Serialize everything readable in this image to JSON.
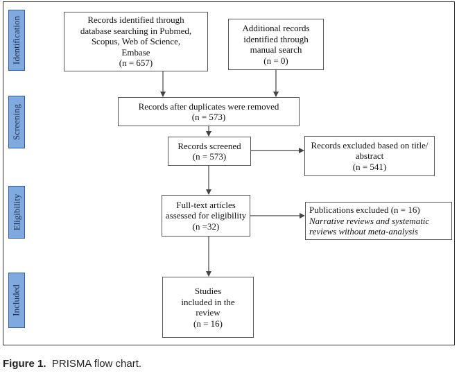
{
  "stages": {
    "identification": "Identification",
    "screening": "Screening",
    "eligibility": "Eligibility",
    "included": "Included"
  },
  "boxes": {
    "db_search": {
      "lines": [
        "Records identified through",
        "database searching in Pubmed,",
        "Scopus, Web of Science,",
        "Embase",
        "(n = 657)"
      ]
    },
    "manual_search": {
      "lines": [
        "Additional records",
        "identified through",
        "manual search",
        "(n = 0)"
      ]
    },
    "after_duplicates": {
      "lines": [
        "Records after duplicates were removed",
        "(n = 573)"
      ]
    },
    "screened": {
      "lines": [
        "Records screened",
        "(n = 573)"
      ]
    },
    "excluded_title": {
      "lines": [
        "Records excluded based on title/",
        "abstract",
        "(n = 541)"
      ]
    },
    "full_text": {
      "lines": [
        "Full-text articles",
        "assessed for eligibility",
        "(n =32)"
      ]
    },
    "pubs_excluded": {
      "heading": "Publications excluded (n = 16)",
      "reason_lines": [
        "Narrative reviews and systematic",
        "reviews without meta-analysis"
      ]
    },
    "included_studies": {
      "lines": [
        "Studies",
        "included in the",
        "review",
        "(n = 16)"
      ]
    }
  },
  "caption": {
    "label": "Figure 1.",
    "text": "PRISMA flow chart."
  }
}
